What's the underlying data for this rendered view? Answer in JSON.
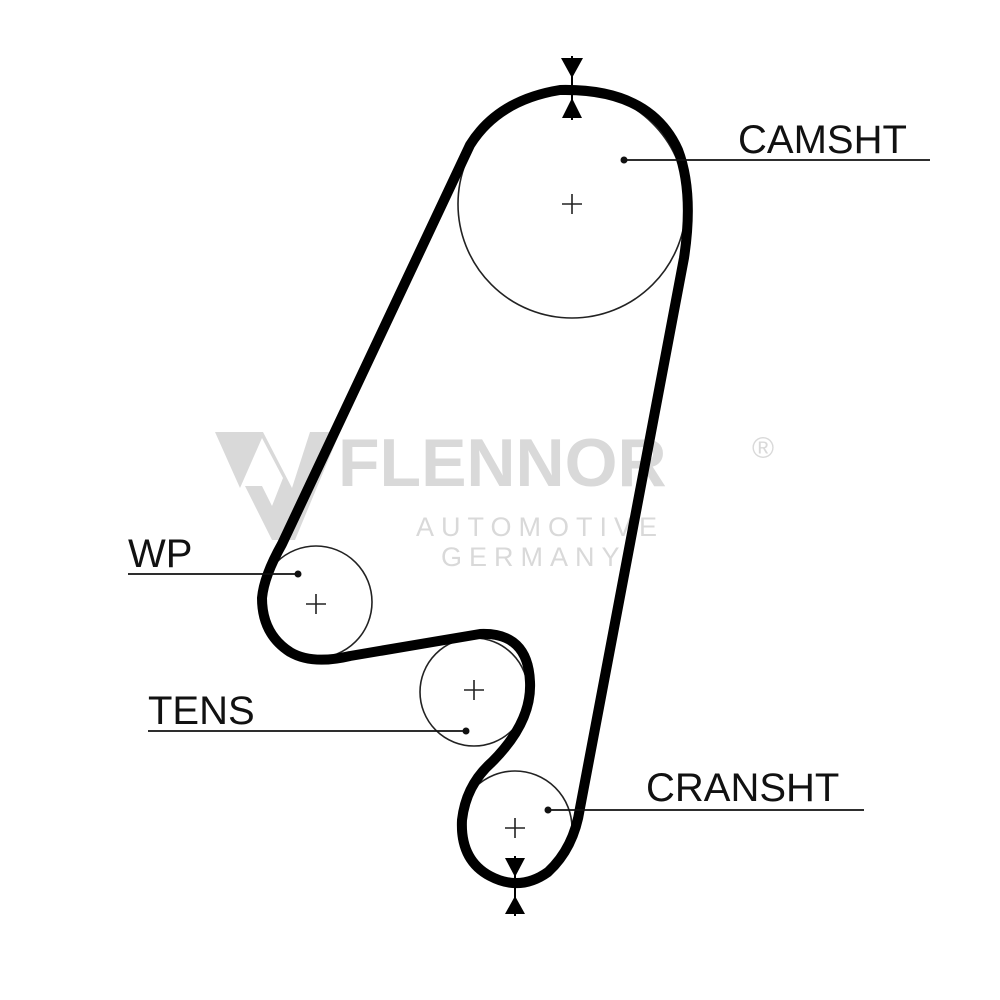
{
  "diagram": {
    "labels": {
      "camshaft": "CAMSHT",
      "water_pump": "WP",
      "tensioner": "TENS",
      "crankshaft": "CRANSHT"
    },
    "watermark": {
      "brand": "FLENNOR",
      "registered": "®",
      "line1": "AUTOMOTIVE",
      "line2": "GERMANY"
    },
    "colors": {
      "belt": "#000000",
      "pulley_outline": "#222222",
      "label_text": "#111111",
      "watermark": "#d9d9d9"
    }
  }
}
